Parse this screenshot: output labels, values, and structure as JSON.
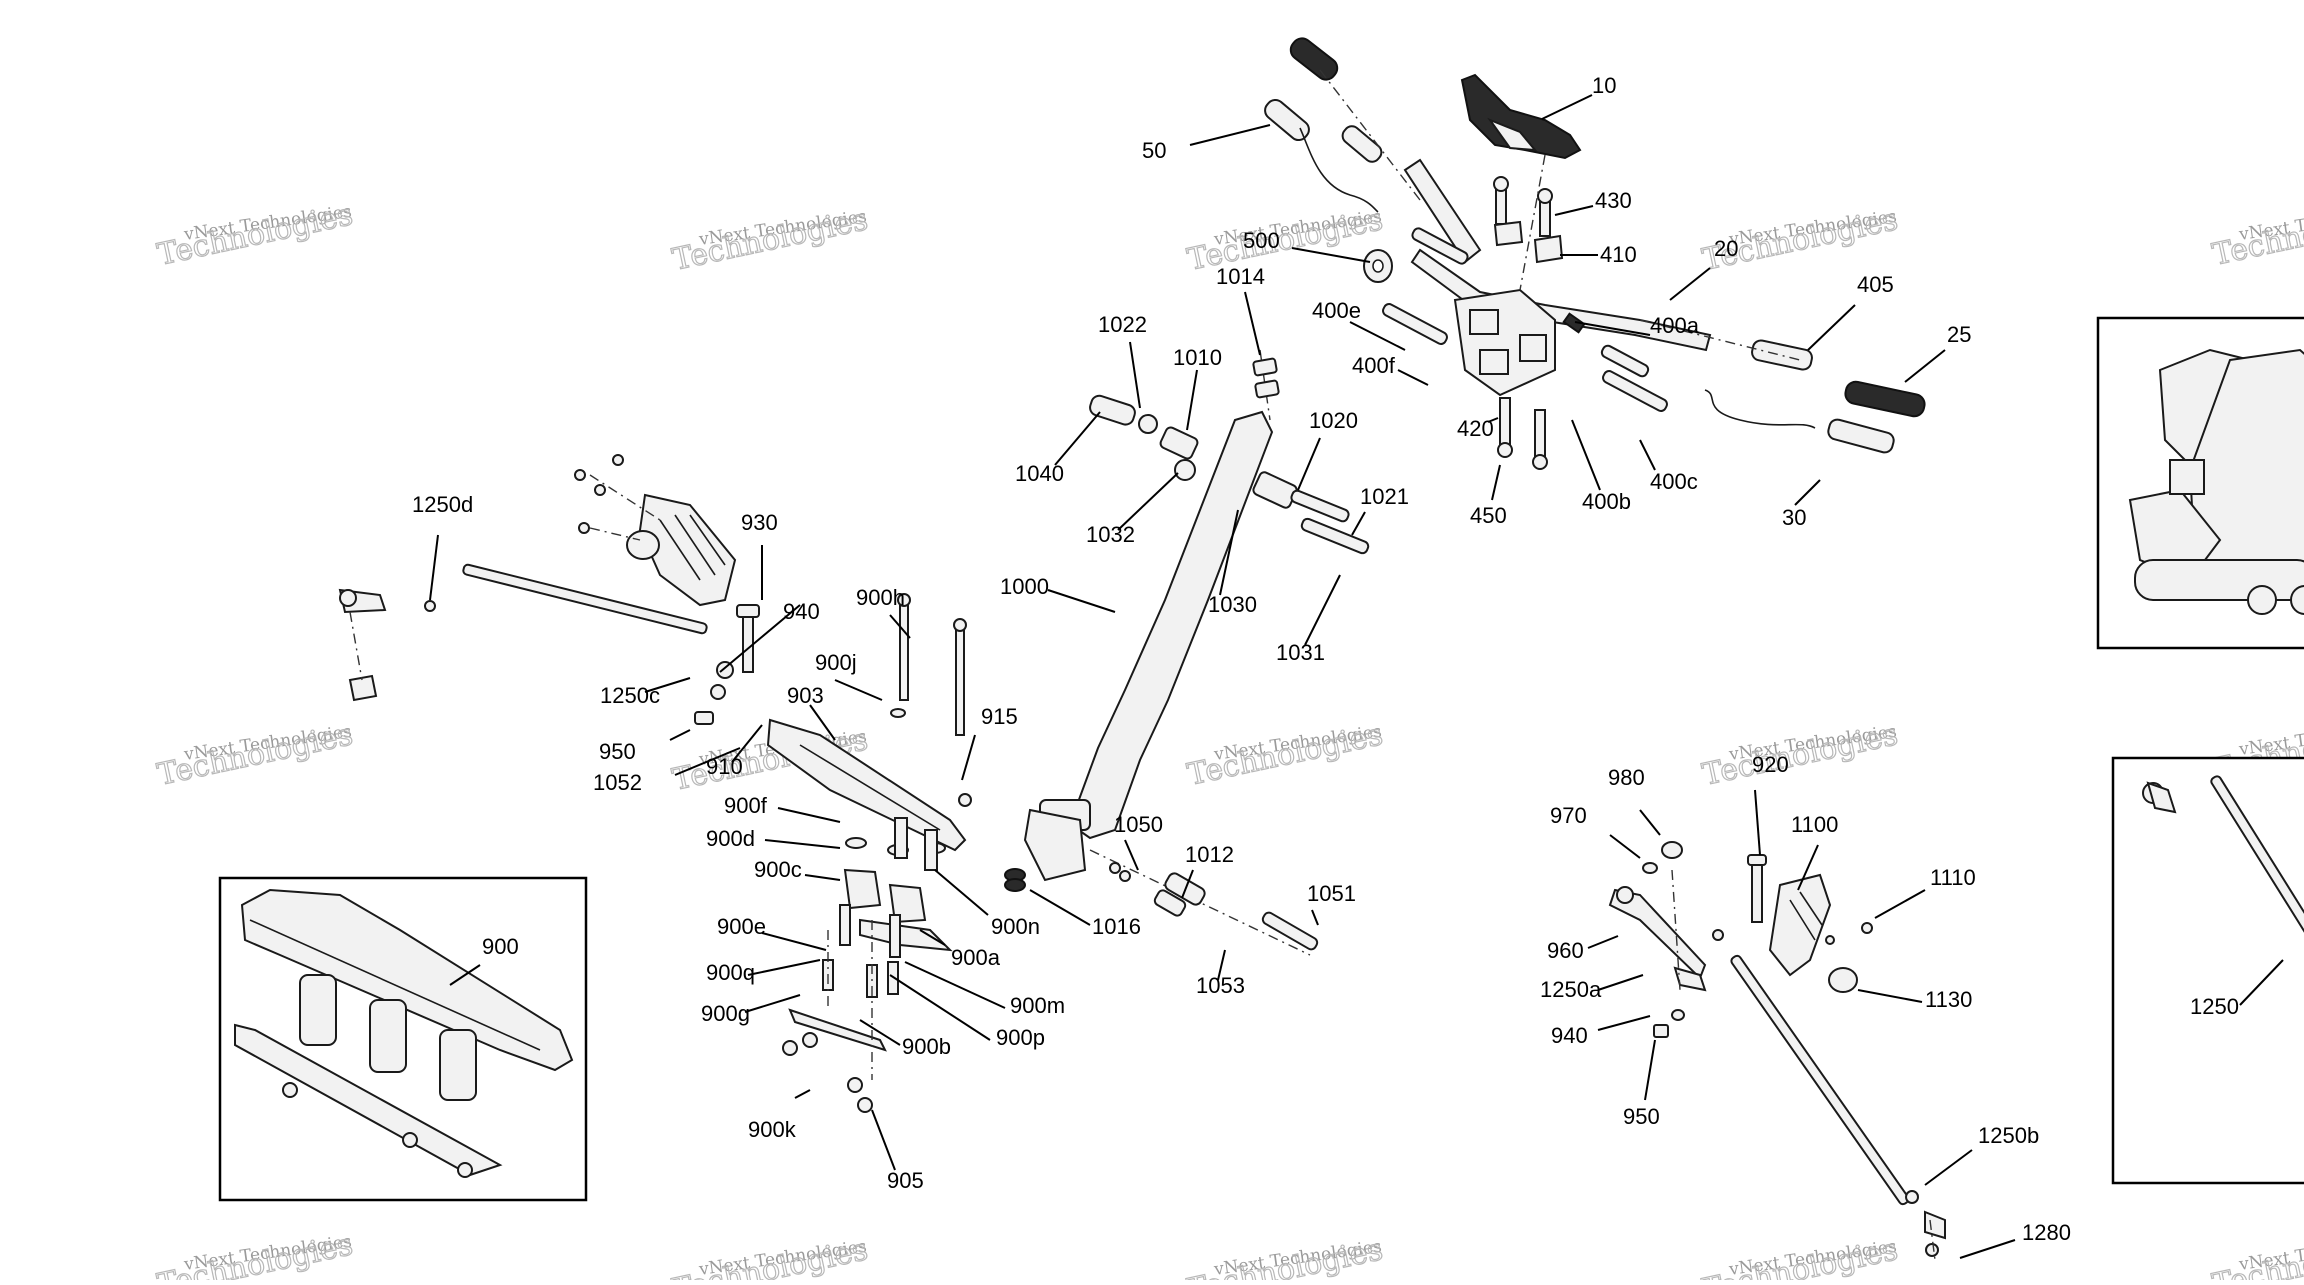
{
  "diagram": {
    "watermark": {
      "line1": "vNext Technologies",
      "line2": "Technologies"
    },
    "callouts": [
      "10",
      "20",
      "25",
      "30",
      "50",
      "405",
      "410",
      "420",
      "430",
      "450",
      "500",
      "400a",
      "400b",
      "400c",
      "400e",
      "400f",
      "1000",
      "1010",
      "1012",
      "1014",
      "1016",
      "1020",
      "1021",
      "1022",
      "1030",
      "1031",
      "1032",
      "1040",
      "1050",
      "1051",
      "1053",
      "1250d",
      "1250c",
      "930",
      "940",
      "950",
      "1052",
      "910",
      "903",
      "900h",
      "900j",
      "915",
      "900f",
      "900d",
      "900c",
      "900e",
      "900q",
      "900g",
      "900n",
      "900a",
      "900m",
      "900p",
      "900b",
      "900k",
      "905",
      "900",
      "980",
      "970",
      "920",
      "1100",
      "1110",
      "960",
      "1250a",
      "940",
      "950",
      "1130",
      "1250b",
      "1280",
      "1250"
    ]
  }
}
